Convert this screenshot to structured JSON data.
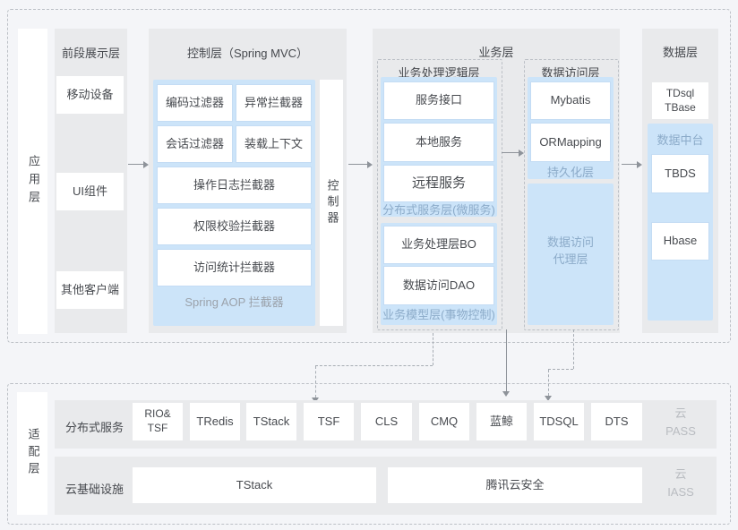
{
  "colors": {
    "page_bg": "#f4f5f8",
    "panel_gray": "#e9eaec",
    "blue_fill": "#cce4f9",
    "blue_label_text": "#8cabc9",
    "dark_text": "#474a4f",
    "light_text": "#b9bcc1",
    "dashed_border": "#bcc0c6",
    "arrow": "#8e939a"
  },
  "top_section": {
    "app_layer_label": "应用层",
    "frontend": {
      "title": "前段展示层",
      "items": [
        "移动设备",
        "UI组件",
        "其他客户端"
      ]
    },
    "control": {
      "title": "控制层（Spring MVC）",
      "filters": [
        "编码过滤器",
        "异常拦截器",
        "会话过滤器",
        "装载上下文",
        "操作日志拦截器",
        "权限校验拦截器",
        "访问统计拦截器"
      ],
      "aop_label": "Spring AOP 拦截器",
      "controller_label": "控制器"
    },
    "business": {
      "title": "业务层",
      "logic": {
        "title": "业务处理逻辑层",
        "services": [
          "服务接口",
          "本地服务",
          "远程服务"
        ],
        "services_label": "分布式服务层(微服务)",
        "models": [
          "业务处理层BO",
          "数据访问DAO"
        ],
        "models_label": "业务模型层(事物控制)"
      },
      "data_access": {
        "title": "数据访问层",
        "persistence": [
          "Mybatis",
          "ORMapping"
        ],
        "persistence_label": "持久化层",
        "proxy_label": "数据访问\n代理层"
      }
    },
    "data_layer": {
      "title": "数据层",
      "db_item": "TDsql\nTBase",
      "platform_label": "数据中台",
      "platform_items": [
        "TBDS",
        "Hbase"
      ]
    }
  },
  "bottom_section": {
    "adapter_layer_label": "适配层",
    "distributed_services": {
      "label": "分布式服务",
      "items": [
        "RIO&\nTSF",
        "TRedis",
        "TStack",
        "TSF",
        "CLS",
        "CMQ",
        "蓝鲸",
        "TDSQL",
        "DTS"
      ],
      "cloud_label": "云\nPASS"
    },
    "cloud_infra": {
      "label": "云基础设施",
      "items": [
        "TStack",
        "腾讯云安全"
      ],
      "cloud_label": "云\nIASS"
    }
  }
}
